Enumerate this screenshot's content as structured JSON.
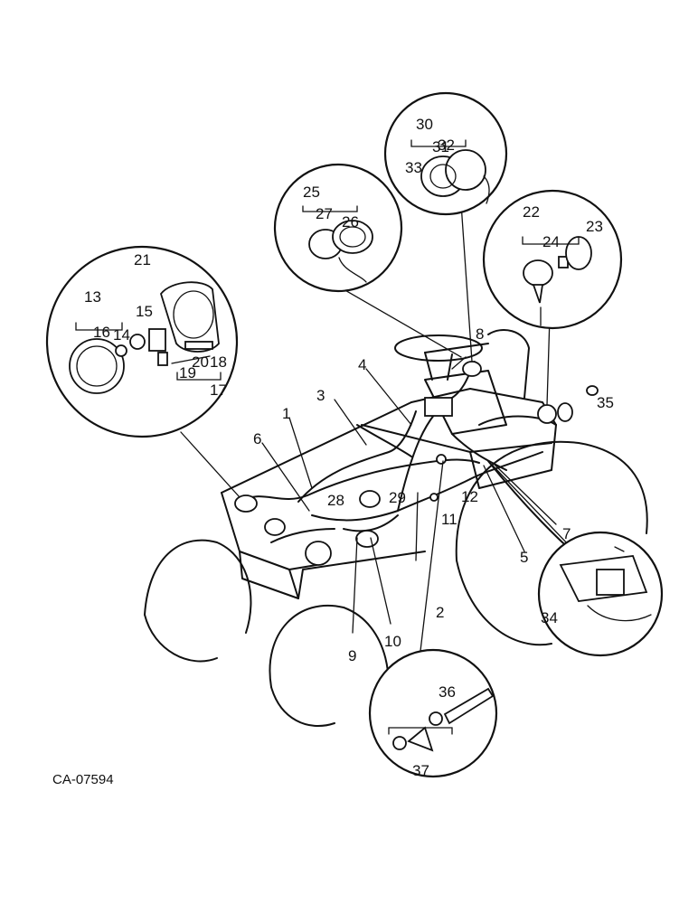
{
  "diagram": {
    "drawing_code": "CA-07594",
    "part_numbers": [
      "1",
      "2",
      "3",
      "4",
      "5",
      "6",
      "7",
      "8",
      "9",
      "10",
      "11",
      "12",
      "13",
      "14",
      "15",
      "16",
      "17",
      "18",
      "19",
      "20",
      "21",
      "22",
      "23",
      "24",
      "25",
      "26",
      "27",
      "28",
      "29",
      "30",
      "31",
      "32",
      "33",
      "34",
      "35",
      "36",
      "37"
    ]
  }
}
